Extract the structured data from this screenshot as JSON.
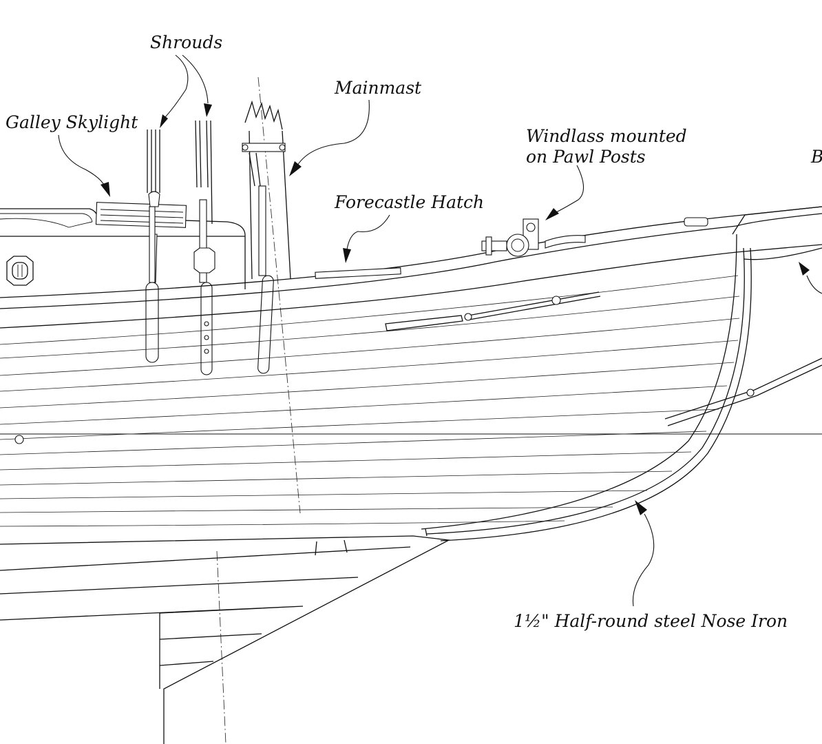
{
  "labels": {
    "shrouds": "Shrouds",
    "mainmast": "Mainmast",
    "galley_skylight": "Galley Skylight",
    "windlass_line1": "Windlass mounted",
    "windlass_line2": "on Pawl Posts",
    "forecastle_hatch": "Forecastle Hatch",
    "nose_iron": "1½\"  Half-round steel Nose Iron",
    "cut_off": "B"
  }
}
